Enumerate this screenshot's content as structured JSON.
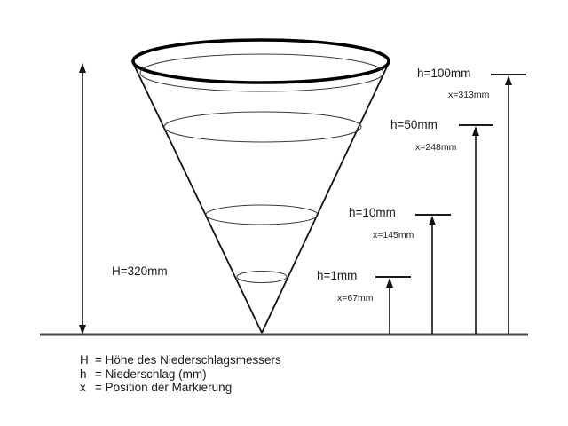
{
  "diagram": {
    "type": "rain-gauge-cone-diagram",
    "line_color": "#000000",
    "baseline_color": "#4a4a4a",
    "background_color": "#ffffff",
    "total_height": {
      "label": "H=320mm"
    },
    "markers": [
      {
        "h_label": "h=100mm",
        "x_label": "x=313mm"
      },
      {
        "h_label": "h=50mm",
        "x_label": "x=248mm"
      },
      {
        "h_label": "h=10mm",
        "x_label": "x=145mm"
      },
      {
        "h_label": "h=1mm",
        "x_label": "x=67mm"
      }
    ],
    "legend": [
      {
        "symbol": "H",
        "definition": "= Höhe des Niederschlagsmessers"
      },
      {
        "symbol": "h",
        "definition": "= Niederschlag (mm)"
      },
      {
        "symbol": "x",
        "definition": "= Position der Markierung"
      }
    ]
  }
}
